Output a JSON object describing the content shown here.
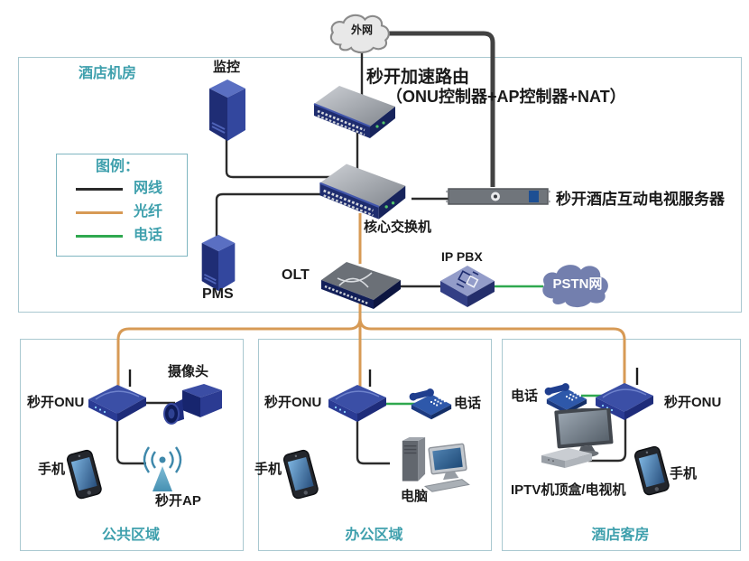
{
  "internet_cloud_label": "外网",
  "machine_room": {
    "title": "酒店机房",
    "legend": {
      "title": "图例：",
      "items": [
        {
          "label": "网线",
          "type": "network-cable"
        },
        {
          "label": "光纤",
          "type": "optical-fiber"
        },
        {
          "label": "电话",
          "type": "telephone-line"
        }
      ]
    },
    "monitor_label": "监控",
    "router_label": "秒开加速路由",
    "router_sublabel": "（ONU控制器+AP控制器+NAT）",
    "core_switch_label": "核心交换机",
    "tv_server_label": "秒开酒店互动电视服务器",
    "pms_label": "PMS",
    "olt_label": "OLT",
    "ippbx_label": "IP PBX",
    "pstn_label": "PSTN网"
  },
  "zones": [
    {
      "title": "公共区域",
      "onu": "秒开ONU",
      "camera": "摄像头",
      "mobile": "手机",
      "ap": "秒开AP"
    },
    {
      "title": "办公区域",
      "onu": "秒开ONU",
      "telephone": "电话",
      "mobile": "手机",
      "pc": "电脑"
    },
    {
      "title": "酒店客房",
      "onu": "秒开ONU",
      "telephone": "电话",
      "iptv": "IPTV机顶盒/电视机",
      "mobile": "手机"
    }
  ],
  "colors": {
    "accent_teal": "#3fa0ad",
    "net_black": "#2b2b2b",
    "thick_wire": "#424242",
    "fiber_orange": "#d79a55",
    "phone_green": "#2fa84f",
    "box_border": "#a9c8d0",
    "legend_border": "#7fb6c0"
  }
}
